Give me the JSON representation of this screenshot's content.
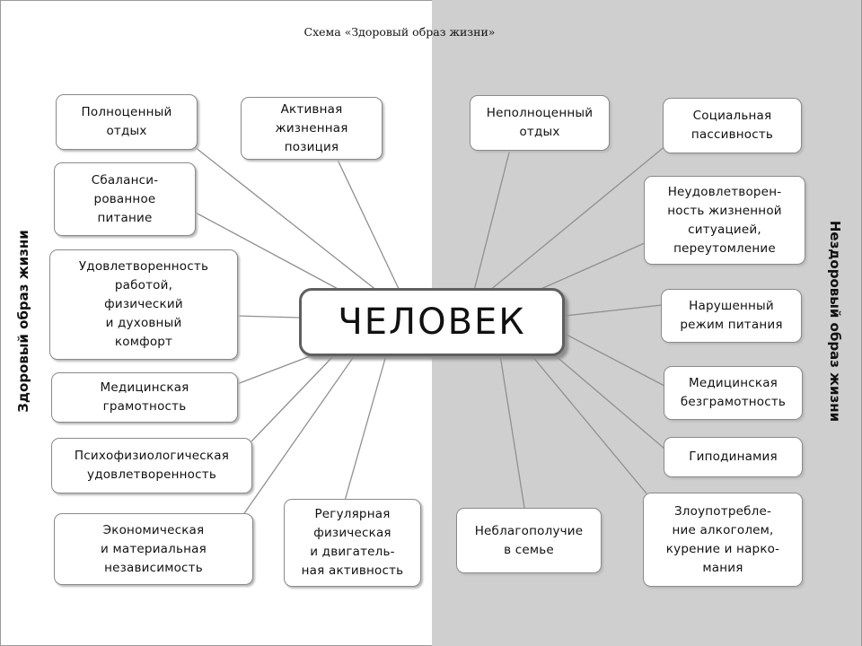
{
  "diagram": {
    "title": "Схема «Здоровый образ жизни»",
    "center": "ЧЕЛОВЕК",
    "left_label": "Здоровый образ жизни",
    "right_label": "Нездоровый образ жизни",
    "healthy": {
      "full_rest": "Полноценный\nотдых",
      "active_position": "Активная\nжизненная\nпозиция",
      "balanced_nutrition": "Сбаланси-\nрованное\nпитание",
      "satisfaction": "Удовлетворенность\nработой,\nфизический\nи духовный\nкомфорт",
      "medical_literacy": "Медицинская\nграмотность",
      "psycho_satisfaction": "Психофизиологическая\nудовлетворенность",
      "economic_independence": "Экономическая\nи материальная\nнезависимость",
      "physical_activity": "Регулярная\nфизическая\nи двигатель-\nная активность"
    },
    "unhealthy": {
      "poor_rest": "Неполноценный\nотдых",
      "social_passivity": "Социальная\nпассивность",
      "dissatisfaction": "Неудовлетворен-\nность жизненной\nситуацией,\nпереутомление",
      "diet_violation": "Нарушенный\nрежим питания",
      "medical_illiteracy": "Медицинская\nбезграмотность",
      "hypodynamia": "Гиподинамия",
      "family_trouble": "Неблагополучие\nв семье",
      "substance_abuse": "Злоупотребле-\nние алкоголем,\nкурение и нарко-\nмания"
    }
  }
}
